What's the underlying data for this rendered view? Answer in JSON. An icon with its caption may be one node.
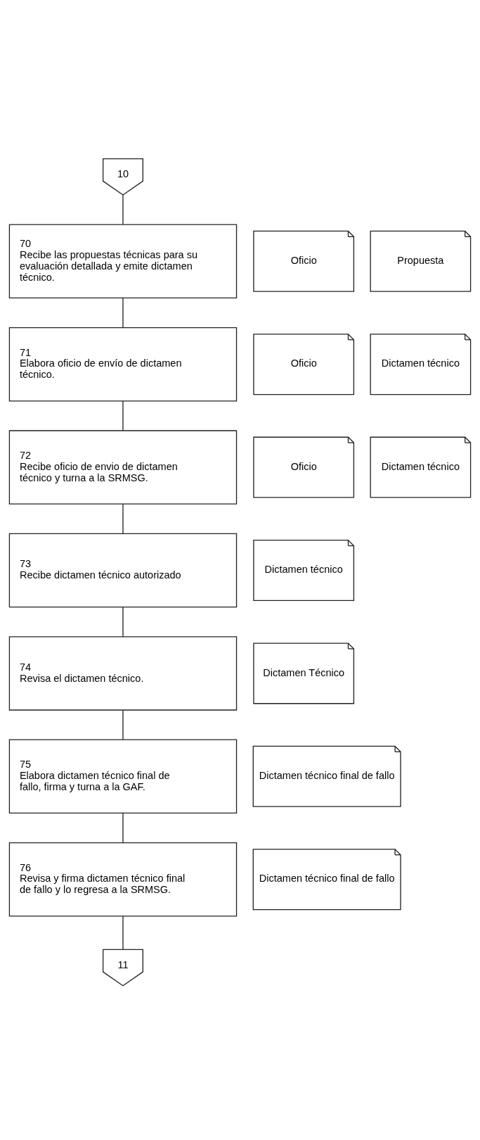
{
  "diagram": {
    "nodes": [
      {
        "text": [
          "10"
        ]
      },
      {
        "text": [
          "70",
          "Recibe las propuestas técnicas para su evaluación detallada y emite dictamen técnico."
        ]
      },
      {
        "text": [
          "Oficio"
        ]
      },
      {
        "text": [
          "Propuesta"
        ]
      },
      {
        "text": [
          "71",
          "Elabora oficio de envío de dictamen técnico."
        ]
      },
      {
        "text": [
          "Oficio"
        ]
      },
      {
        "text": [
          "Dictamen técnico"
        ]
      },
      {
        "text": [
          "72",
          "Recibe oficio de envio de dictamen técnico y turna a la SRMSG."
        ]
      },
      {
        "text": [
          "Oficio"
        ]
      },
      {
        "text": [
          "Dictamen técnico"
        ]
      },
      {
        "text": [
          "73",
          "Recibe dictamen técnico autorizado"
        ]
      },
      {
        "text": [
          "Dictamen técnico"
        ]
      },
      {
        "text": [
          "74",
          "Revisa el dictamen técnico."
        ]
      },
      {
        "text": [
          "Dictamen Técnico"
        ]
      },
      {
        "text": [
          "75",
          "Elabora dictamen técnico final de fallo, firma y turna a la GAF."
        ]
      },
      {
        "text": [
          "Dictamen técnico final de fallo"
        ]
      },
      {
        "text": [
          "76",
          "Revisa y firma dictamen técnico final de fallo y lo regresa a la SRMSG."
        ]
      },
      {
        "text": [
          "Dictamen técnico final de fallo"
        ]
      },
      {
        "text": [
          "11"
        ]
      }
    ],
    "edges": [
      {
        "from": 0,
        "to": 1,
        "arrow": "none"
      },
      {
        "from": 1,
        "to": 4,
        "arrow": "none"
      },
      {
        "from": 4,
        "to": 7,
        "arrow": "none"
      },
      {
        "from": 7,
        "to": 10,
        "arrow": "none"
      },
      {
        "from": 10,
        "to": 12,
        "arrow": "none"
      },
      {
        "from": 12,
        "to": 14,
        "arrow": "none"
      },
      {
        "from": 14,
        "to": 16,
        "arrow": "none"
      },
      {
        "from": 16,
        "to": 18,
        "arrow": "none"
      }
    ]
  }
}
